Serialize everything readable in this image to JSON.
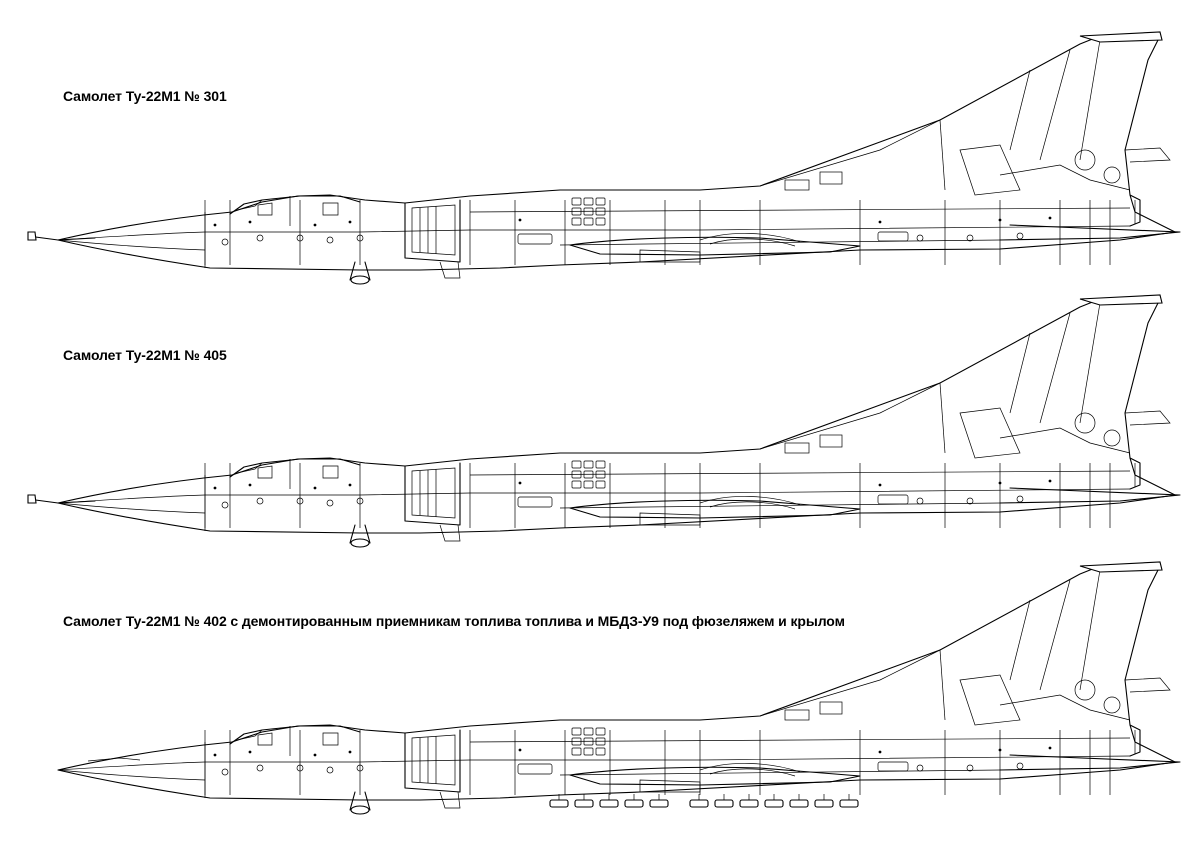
{
  "drawings": [
    {
      "caption": "Самолет Ту-22М1 № 301",
      "variant": "with refueling probe"
    },
    {
      "caption": "Самолет Ту-22М1 № 405",
      "variant": "with refueling probe"
    },
    {
      "caption": "Самолет Ту-22М1 № 402 с демонтированным приемникам топлива топлива и МБДЗ-У9 под фюзеляжем и крылом",
      "variant": "without refueling probe, with MBDZ-U9 racks"
    }
  ],
  "colors": {
    "line": "#000000",
    "background": "#ffffff"
  }
}
